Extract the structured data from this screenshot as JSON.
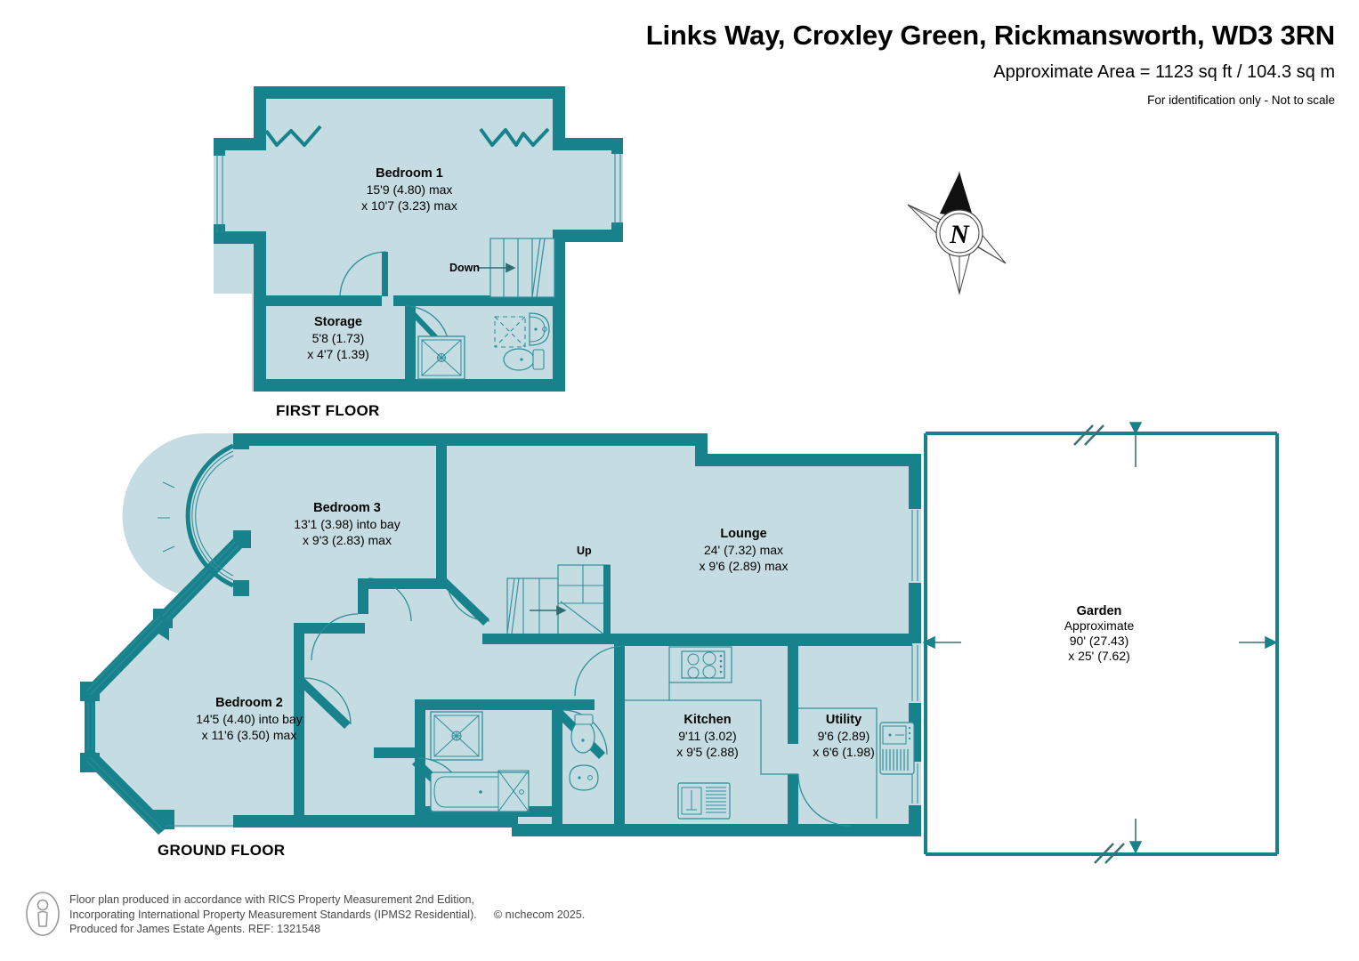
{
  "header": {
    "title": "Links Way, Croxley Green, Rickmansworth, WD3 3RN",
    "area": "Approximate Area = 1123 sq ft / 104.3 sq m",
    "disclaimer": "For identification only - Not to scale"
  },
  "colors": {
    "wall": "#17828c",
    "floor_fill": "#c5dde2",
    "fixture_line": "#2e8e99",
    "text": "#000000",
    "footer_text": "#4a4a4a"
  },
  "compass": {
    "label": "N",
    "name": "north-compass-rose"
  },
  "floors": [
    {
      "id": "first-floor",
      "label": "FIRST FLOOR",
      "rooms": [
        {
          "name": "Bedroom 1",
          "dim1": "15'9 (4.80) max",
          "dim2": "x 10'7 (3.23) max"
        },
        {
          "name": "Storage",
          "dim1": "5'8 (1.73)",
          "dim2": "x 4'7 (1.39)"
        }
      ],
      "markers": [
        {
          "label": "Down",
          "name": "stairs-down-marker"
        }
      ]
    },
    {
      "id": "ground-floor",
      "label": "GROUND FLOOR",
      "rooms": [
        {
          "name": "Bedroom 3",
          "dim1": "13'1 (3.98) into bay",
          "dim2": "x 9'3 (2.83) max"
        },
        {
          "name": "Bedroom 2",
          "dim1": "14'5 (4.40) into bay",
          "dim2": "x 11'6 (3.50) max"
        },
        {
          "name": "Lounge",
          "dim1": "24' (7.32) max",
          "dim2": "x 9'6 (2.89) max"
        },
        {
          "name": "Kitchen",
          "dim1": "9'11 (3.02)",
          "dim2": "x 9'5 (2.88)"
        },
        {
          "name": "Utility",
          "dim1": "9'6 (2.89)",
          "dim2": "x 6'6 (1.98)"
        }
      ],
      "markers": [
        {
          "label": "Up",
          "name": "stairs-up-marker"
        }
      ]
    }
  ],
  "garden": {
    "name": "Garden",
    "line1": "Approximate",
    "line2": "90' (27.43)",
    "line3": "x 25' (7.62)"
  },
  "footer": {
    "line1": "Floor plan produced in accordance with RICS Property Measurement 2nd Edition,",
    "line2a": "Incorporating International Property Measurement Standards (IPMS2 Residential).",
    "line2b": "© nıchecom 2025.",
    "line3": "Produced for James Estate Agents.   REF: 1321548"
  }
}
